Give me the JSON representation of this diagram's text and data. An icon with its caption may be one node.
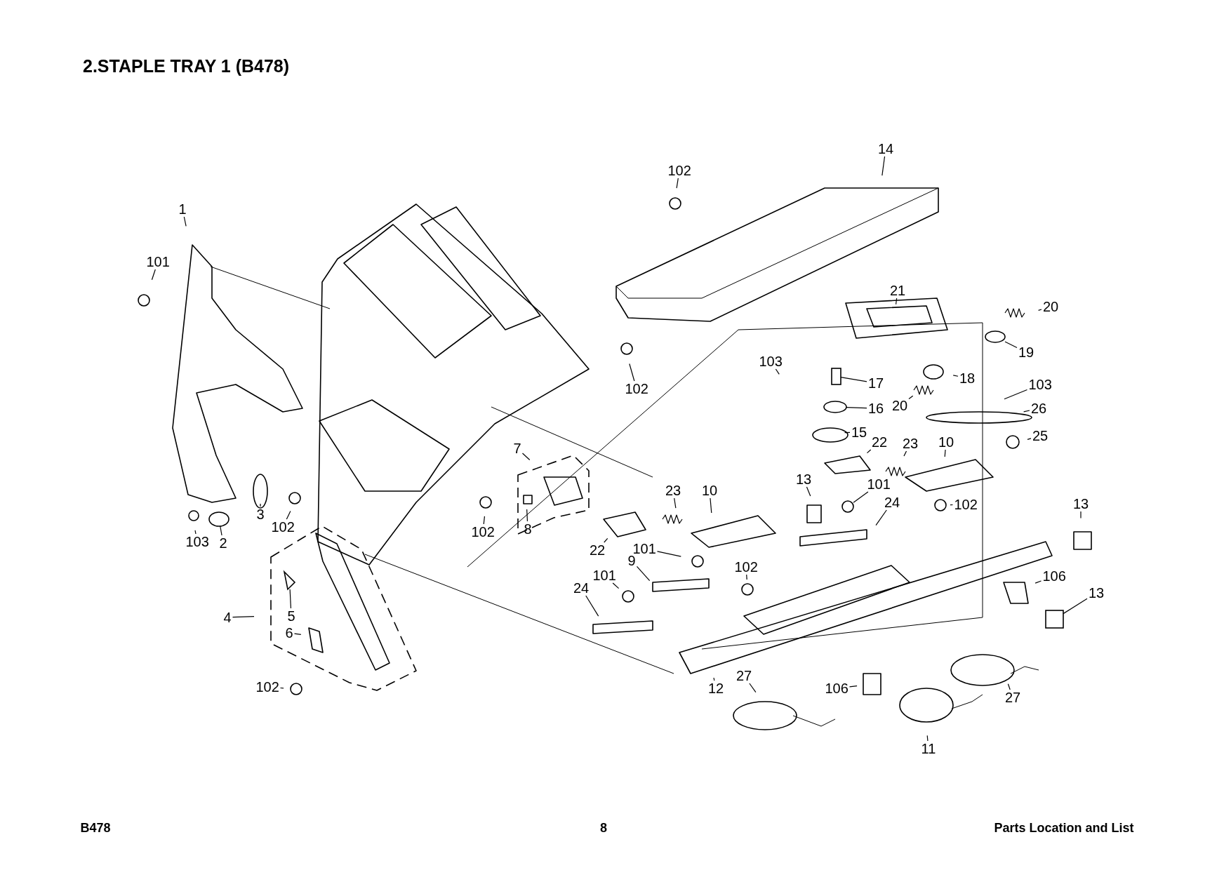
{
  "diagram": {
    "title": "2.STAPLE TRAY 1 (B478)",
    "nodes": [
      {
        "text": [
          "14"
        ]
      },
      {
        "text": [
          "102"
        ]
      },
      {
        "text": [
          "1"
        ]
      },
      {
        "text": [
          "101"
        ]
      },
      {
        "text": [
          "21"
        ]
      },
      {
        "text": [
          "20"
        ]
      },
      {
        "text": [
          "19"
        ]
      },
      {
        "text": [
          "103"
        ]
      },
      {
        "text": [
          "17"
        ]
      },
      {
        "text": [
          "18"
        ]
      },
      {
        "text": [
          "102"
        ]
      },
      {
        "text": [
          "103"
        ]
      },
      {
        "text": [
          "16"
        ]
      },
      {
        "text": [
          "20"
        ]
      },
      {
        "text": [
          "26"
        ]
      },
      {
        "text": [
          "15"
        ]
      },
      {
        "text": [
          "22"
        ]
      },
      {
        "text": [
          "23"
        ]
      },
      {
        "text": [
          "10"
        ]
      },
      {
        "text": [
          "25"
        ]
      },
      {
        "text": [
          "7"
        ]
      },
      {
        "text": [
          "13"
        ]
      },
      {
        "text": [
          "23"
        ]
      },
      {
        "text": [
          "10"
        ]
      },
      {
        "text": [
          "101"
        ]
      },
      {
        "text": [
          "24"
        ]
      },
      {
        "text": [
          "102"
        ]
      },
      {
        "text": [
          "13"
        ]
      },
      {
        "text": [
          "3"
        ]
      },
      {
        "text": [
          "8"
        ]
      },
      {
        "text": [
          "102"
        ]
      },
      {
        "text": [
          "2"
        ]
      },
      {
        "text": [
          "102"
        ]
      },
      {
        "text": [
          "103"
        ]
      },
      {
        "text": [
          "22"
        ]
      },
      {
        "text": [
          "101"
        ]
      },
      {
        "text": [
          "9"
        ]
      },
      {
        "text": [
          "102"
        ]
      },
      {
        "text": [
          "106"
        ]
      },
      {
        "text": [
          "101"
        ]
      },
      {
        "text": [
          "24"
        ]
      },
      {
        "text": [
          "5"
        ]
      },
      {
        "text": [
          "13"
        ]
      },
      {
        "text": [
          "4"
        ]
      },
      {
        "text": [
          "6"
        ]
      },
      {
        "text": [
          "27"
        ]
      },
      {
        "text": [
          "12"
        ]
      },
      {
        "text": [
          "106"
        ]
      },
      {
        "text": [
          "102"
        ]
      },
      {
        "text": [
          "27"
        ]
      },
      {
        "text": [
          "11"
        ]
      },
      {
        "text": [],
        "shape": "circle"
      },
      {
        "text": [],
        "shape": "box"
      },
      {
        "text": [],
        "shape": "circle"
      },
      {
        "text": [],
        "shape": "circle"
      },
      {
        "text": [],
        "shape": "circle"
      },
      {
        "text": [],
        "shape": "triangle"
      },
      {
        "text": [],
        "shape": "box"
      }
    ],
    "edges": [
      {
        "from": 0,
        "to": null,
        "arrow": "none"
      },
      {
        "from": 1,
        "to": null,
        "arrow": "none"
      },
      {
        "from": 2,
        "to": null,
        "arrow": "none"
      },
      {
        "from": 3,
        "to": null,
        "arrow": "none"
      },
      {
        "from": 4,
        "to": null,
        "arrow": "none"
      },
      {
        "from": 5,
        "to": null,
        "arrow": "none"
      },
      {
        "from": 6,
        "to": 51,
        "arrow": "none"
      },
      {
        "from": 7,
        "to": null,
        "arrow": "none"
      },
      {
        "from": 8,
        "to": 52,
        "arrow": "none"
      },
      {
        "from": 9,
        "to": null,
        "arrow": "none"
      },
      {
        "from": 10,
        "to": null,
        "arrow": "none"
      },
      {
        "from": 11,
        "to": null,
        "arrow": "none"
      },
      {
        "from": 12,
        "to": 53,
        "arrow": "none"
      },
      {
        "from": 13,
        "to": null,
        "arrow": "none"
      },
      {
        "from": 14,
        "to": null,
        "arrow": "none"
      },
      {
        "from": 15,
        "to": null,
        "arrow": "none"
      },
      {
        "from": 16,
        "to": null,
        "arrow": "none"
      },
      {
        "from": 17,
        "to": null,
        "arrow": "none"
      },
      {
        "from": 18,
        "to": null,
        "arrow": "none"
      },
      {
        "from": 19,
        "to": null,
        "arrow": "none"
      },
      {
        "from": 20,
        "to": null,
        "arrow": "none"
      },
      {
        "from": 21,
        "to": null,
        "arrow": "none"
      },
      {
        "from": 22,
        "to": null,
        "arrow": "none"
      },
      {
        "from": 23,
        "to": null,
        "arrow": "none"
      },
      {
        "from": 24,
        "to": 54,
        "arrow": "none"
      },
      {
        "from": 25,
        "to": null,
        "arrow": "none"
      },
      {
        "from": 26,
        "to": null,
        "arrow": "none"
      },
      {
        "from": 27,
        "to": null,
        "arrow": "none"
      },
      {
        "from": 28,
        "to": null,
        "arrow": "none"
      },
      {
        "from": 29,
        "to": null,
        "arrow": "none"
      },
      {
        "from": 30,
        "to": null,
        "arrow": "none"
      },
      {
        "from": 31,
        "to": 55,
        "arrow": "none"
      },
      {
        "from": 32,
        "to": null,
        "arrow": "none"
      },
      {
        "from": 33,
        "to": null,
        "arrow": "none"
      },
      {
        "from": 34,
        "to": null,
        "arrow": "none"
      },
      {
        "from": 35,
        "to": null,
        "arrow": "none"
      },
      {
        "from": 36,
        "to": null,
        "arrow": "none"
      },
      {
        "from": 37,
        "to": null,
        "arrow": "none"
      },
      {
        "from": 38,
        "to": null,
        "arrow": "none"
      },
      {
        "from": 39,
        "to": null,
        "arrow": "none"
      },
      {
        "from": 40,
        "to": null,
        "arrow": "none"
      },
      {
        "from": 41,
        "to": 56,
        "arrow": "none"
      },
      {
        "from": 42,
        "to": 57,
        "arrow": "none"
      },
      {
        "from": 43,
        "to": null,
        "arrow": "none"
      },
      {
        "from": 44,
        "to": null,
        "arrow": "none"
      },
      {
        "from": 45,
        "to": null,
        "arrow": "none"
      },
      {
        "from": 46,
        "to": null,
        "arrow": "none"
      },
      {
        "from": 47,
        "to": null,
        "arrow": "none"
      },
      {
        "from": 48,
        "to": null,
        "arrow": "none"
      },
      {
        "from": 49,
        "to": null,
        "arrow": "none"
      },
      {
        "from": 50,
        "to": null,
        "arrow": "none"
      }
    ],
    "labels": [
      "B478",
      "8",
      "Parts Location and List"
    ]
  }
}
